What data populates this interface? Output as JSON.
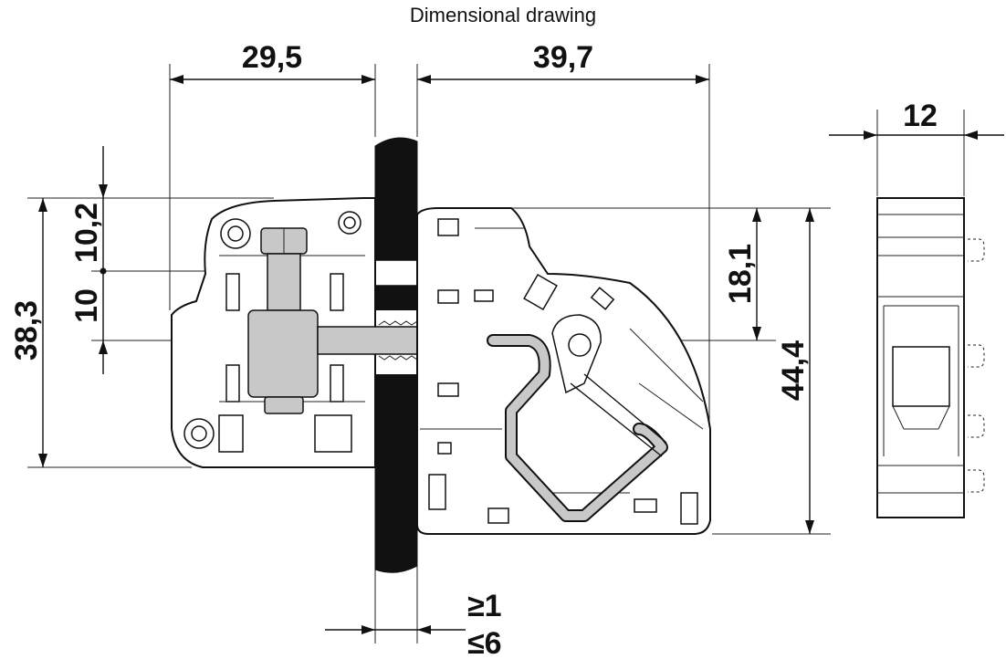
{
  "title": "Dimensional drawing",
  "dimensions": {
    "left_width": "29,5",
    "right_width": "39,7",
    "side_width": "12",
    "left_height": "38,3",
    "top_offset": "10,2",
    "axis_offset": "10",
    "upper_right": "18,1",
    "right_height": "44,4",
    "min_thickness": "≥1",
    "max_thickness": "≤6"
  }
}
